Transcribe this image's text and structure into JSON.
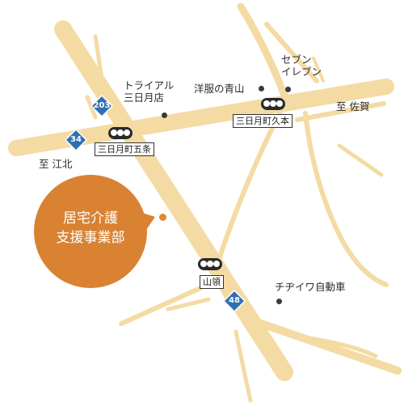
{
  "map": {
    "places": {
      "trial": {
        "line1": "トライアル",
        "line2": "三日月店"
      },
      "seven": {
        "line1": "セブン",
        "line2": "イレブン"
      },
      "yofuku": "洋服の青山",
      "chiyoda": "チヂイワ自動車",
      "to_koboku": "至 江北",
      "to_saga": "至 佐賀"
    },
    "intersections": {
      "gojo": "三日月町五条",
      "kumoto": "三日月町久本",
      "yamaryo": "山領"
    },
    "routes": {
      "r203": "203",
      "r34": "34",
      "r48": "48"
    },
    "highlight": {
      "line1": "居宅介護",
      "line2": "支援事業部",
      "color": "#d98232"
    },
    "colors": {
      "road": "#f4dba4",
      "shield": "#2f6fb3",
      "marker": "#e0892e"
    }
  }
}
